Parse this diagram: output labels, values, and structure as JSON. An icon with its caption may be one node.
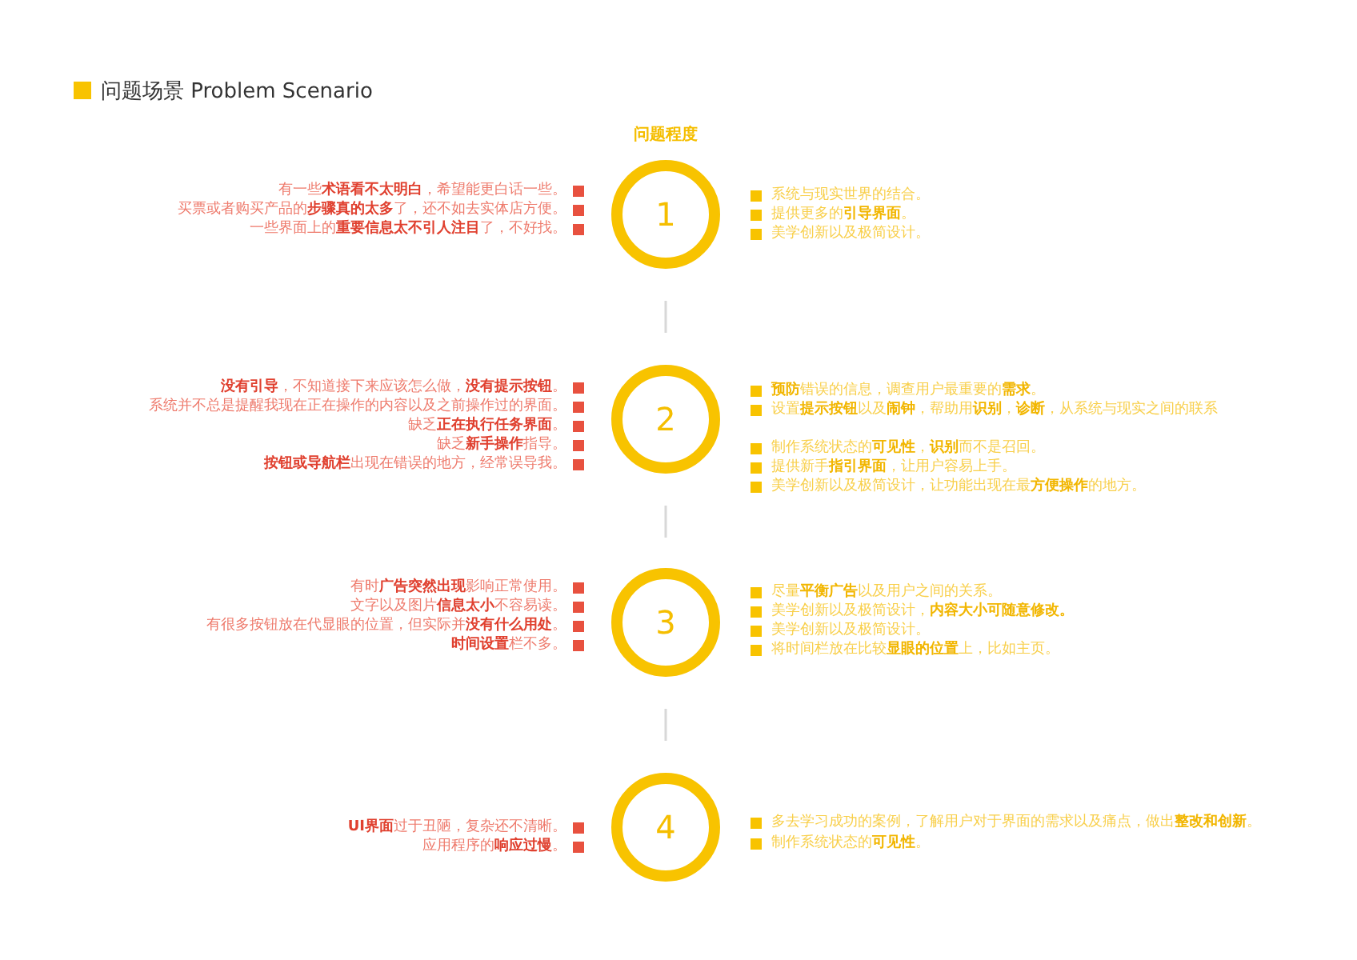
{
  "diagram": {
    "title": "问题场景 Problem Scenario",
    "nodes": [
      {
        "text": [
          "1"
        ]
      },
      {
        "text": [
          "2"
        ]
      },
      {
        "text": [
          "3"
        ]
      },
      {
        "text": [
          "4"
        ]
      }
    ],
    "edges": [
      {
        "from": 0,
        "to": 1,
        "arrow": "none",
        "style": "dashed"
      },
      {
        "from": 1,
        "to": 2,
        "arrow": "none",
        "style": "dashed"
      },
      {
        "from": 2,
        "to": 3,
        "arrow": "none",
        "style": "dashed"
      }
    ],
    "labels": [
      "问题程度",
      "有一些**术语看不太明白**，希望能更白话一些。",
      "买票或者购买产品的**步骤真的太多**了，还不如去实体店方便。",
      "一些界面上的**重要信息太不引人注目**了，不好找。",
      "系统与现实世界的结合。",
      "提供更多的**引导界面**。",
      "美学创新以及极简设计。",
      "**没有引导**，不知道接下来应该怎么做，**没有提示按钮**。",
      "系统并不总是提醒我现在正在操作的内容以及之前操作过的界面。",
      "缺乏**正在执行任务界面**。",
      "缺乏**新手操作**指导。",
      "**按钮或导航栏**出现在错误的地方，经常误导我。",
      "**预防**错误的信息，调查用户最重要的**需求**。",
      "设置**提示按钮**以及**闹钟**，帮助用**识别**，**诊断**，从系统与现实之间的联系",
      "制作系统状态的**可见性**，**识别**而不是召回。",
      "提供新手**指引界面**，让用户容易上手。",
      "美学创新以及极简设计，让功能出现在最**方便操作**的地方。",
      "有时**广告突然出现**影响正常使用。",
      "文字以及图片**信息太小**不容易读。",
      "有很多按钮放在代显眼的位置，但实际并**没有什么用处**。",
      "**时间设置**栏不多。",
      "尽量**平衡广告**以及用户之间的关系。",
      "美学创新以及极简设计，**内容大小可随意修改。**",
      "美学创新以及极简设计。",
      "将时间栏放在比较**显眼的位置**上，比如主页。",
      "**UI界面**过于丑陋，复杂还不清晰。",
      "应用程序的**响应过慢**。",
      "多去学习成功的案例，了解用户对于界面的需求以及痛点，做出**整改和创新**。",
      "制作系统状态的**可见性**。"
    ]
  }
}
